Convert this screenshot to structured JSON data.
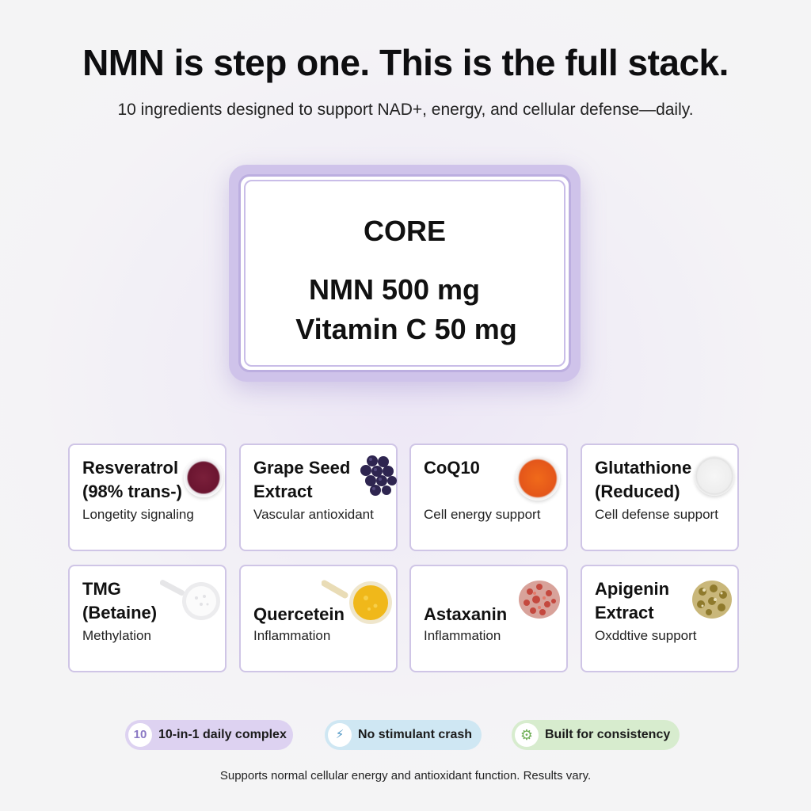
{
  "headline": "NMN is step one. This is the full stack.",
  "subhead": "10 ingredients designed to support NAD+, energy, and cellular defense—daily.",
  "core": {
    "title": "CORE",
    "line1": "NMN 500 mg",
    "line2": "Vitamin C 50 mg"
  },
  "ingredients": [
    {
      "name": "Resveratrol\n(98% trans-)",
      "desc": "Longetity signaling",
      "icon": "red-granules-bowl"
    },
    {
      "name": "Grape Seed\nExtract",
      "desc": "Vascular antioxidant",
      "icon": "grapes"
    },
    {
      "name": "CoQ10",
      "desc": "Cell energy support",
      "icon": "orange-powder-bowl"
    },
    {
      "name": "Glutathione\n(Reduced)",
      "desc": "Cell defense support",
      "icon": "white-powder-bowl"
    },
    {
      "name": "TMG\n(Betaine)",
      "desc": "Methylation",
      "icon": "white-powder-scoop"
    },
    {
      "name": "Quercetein",
      "desc": "Inflammation",
      "icon": "yellow-powder-scoop"
    },
    {
      "name": "Astaxanin",
      "desc": "Inflammation",
      "icon": "red-flakes"
    },
    {
      "name": "Apigenin\nExtract",
      "desc": "Oxddtive support",
      "icon": "dried-chamomile"
    }
  ],
  "badges": [
    {
      "icon_text": "10",
      "label": "10-in-1 daily complex",
      "color": "#ddd2f1",
      "icon": "number-circle-icon"
    },
    {
      "icon_text": "⚡",
      "label": "No stimulant crash",
      "color": "#cfe7f3",
      "icon": "lightning-icon"
    },
    {
      "icon_text": "⚙",
      "label": "Built for consistency",
      "color": "#d7ecce",
      "icon": "gear-icon"
    }
  ],
  "footnote": "Supports normal cellular energy and antioxidant function. Results vary."
}
